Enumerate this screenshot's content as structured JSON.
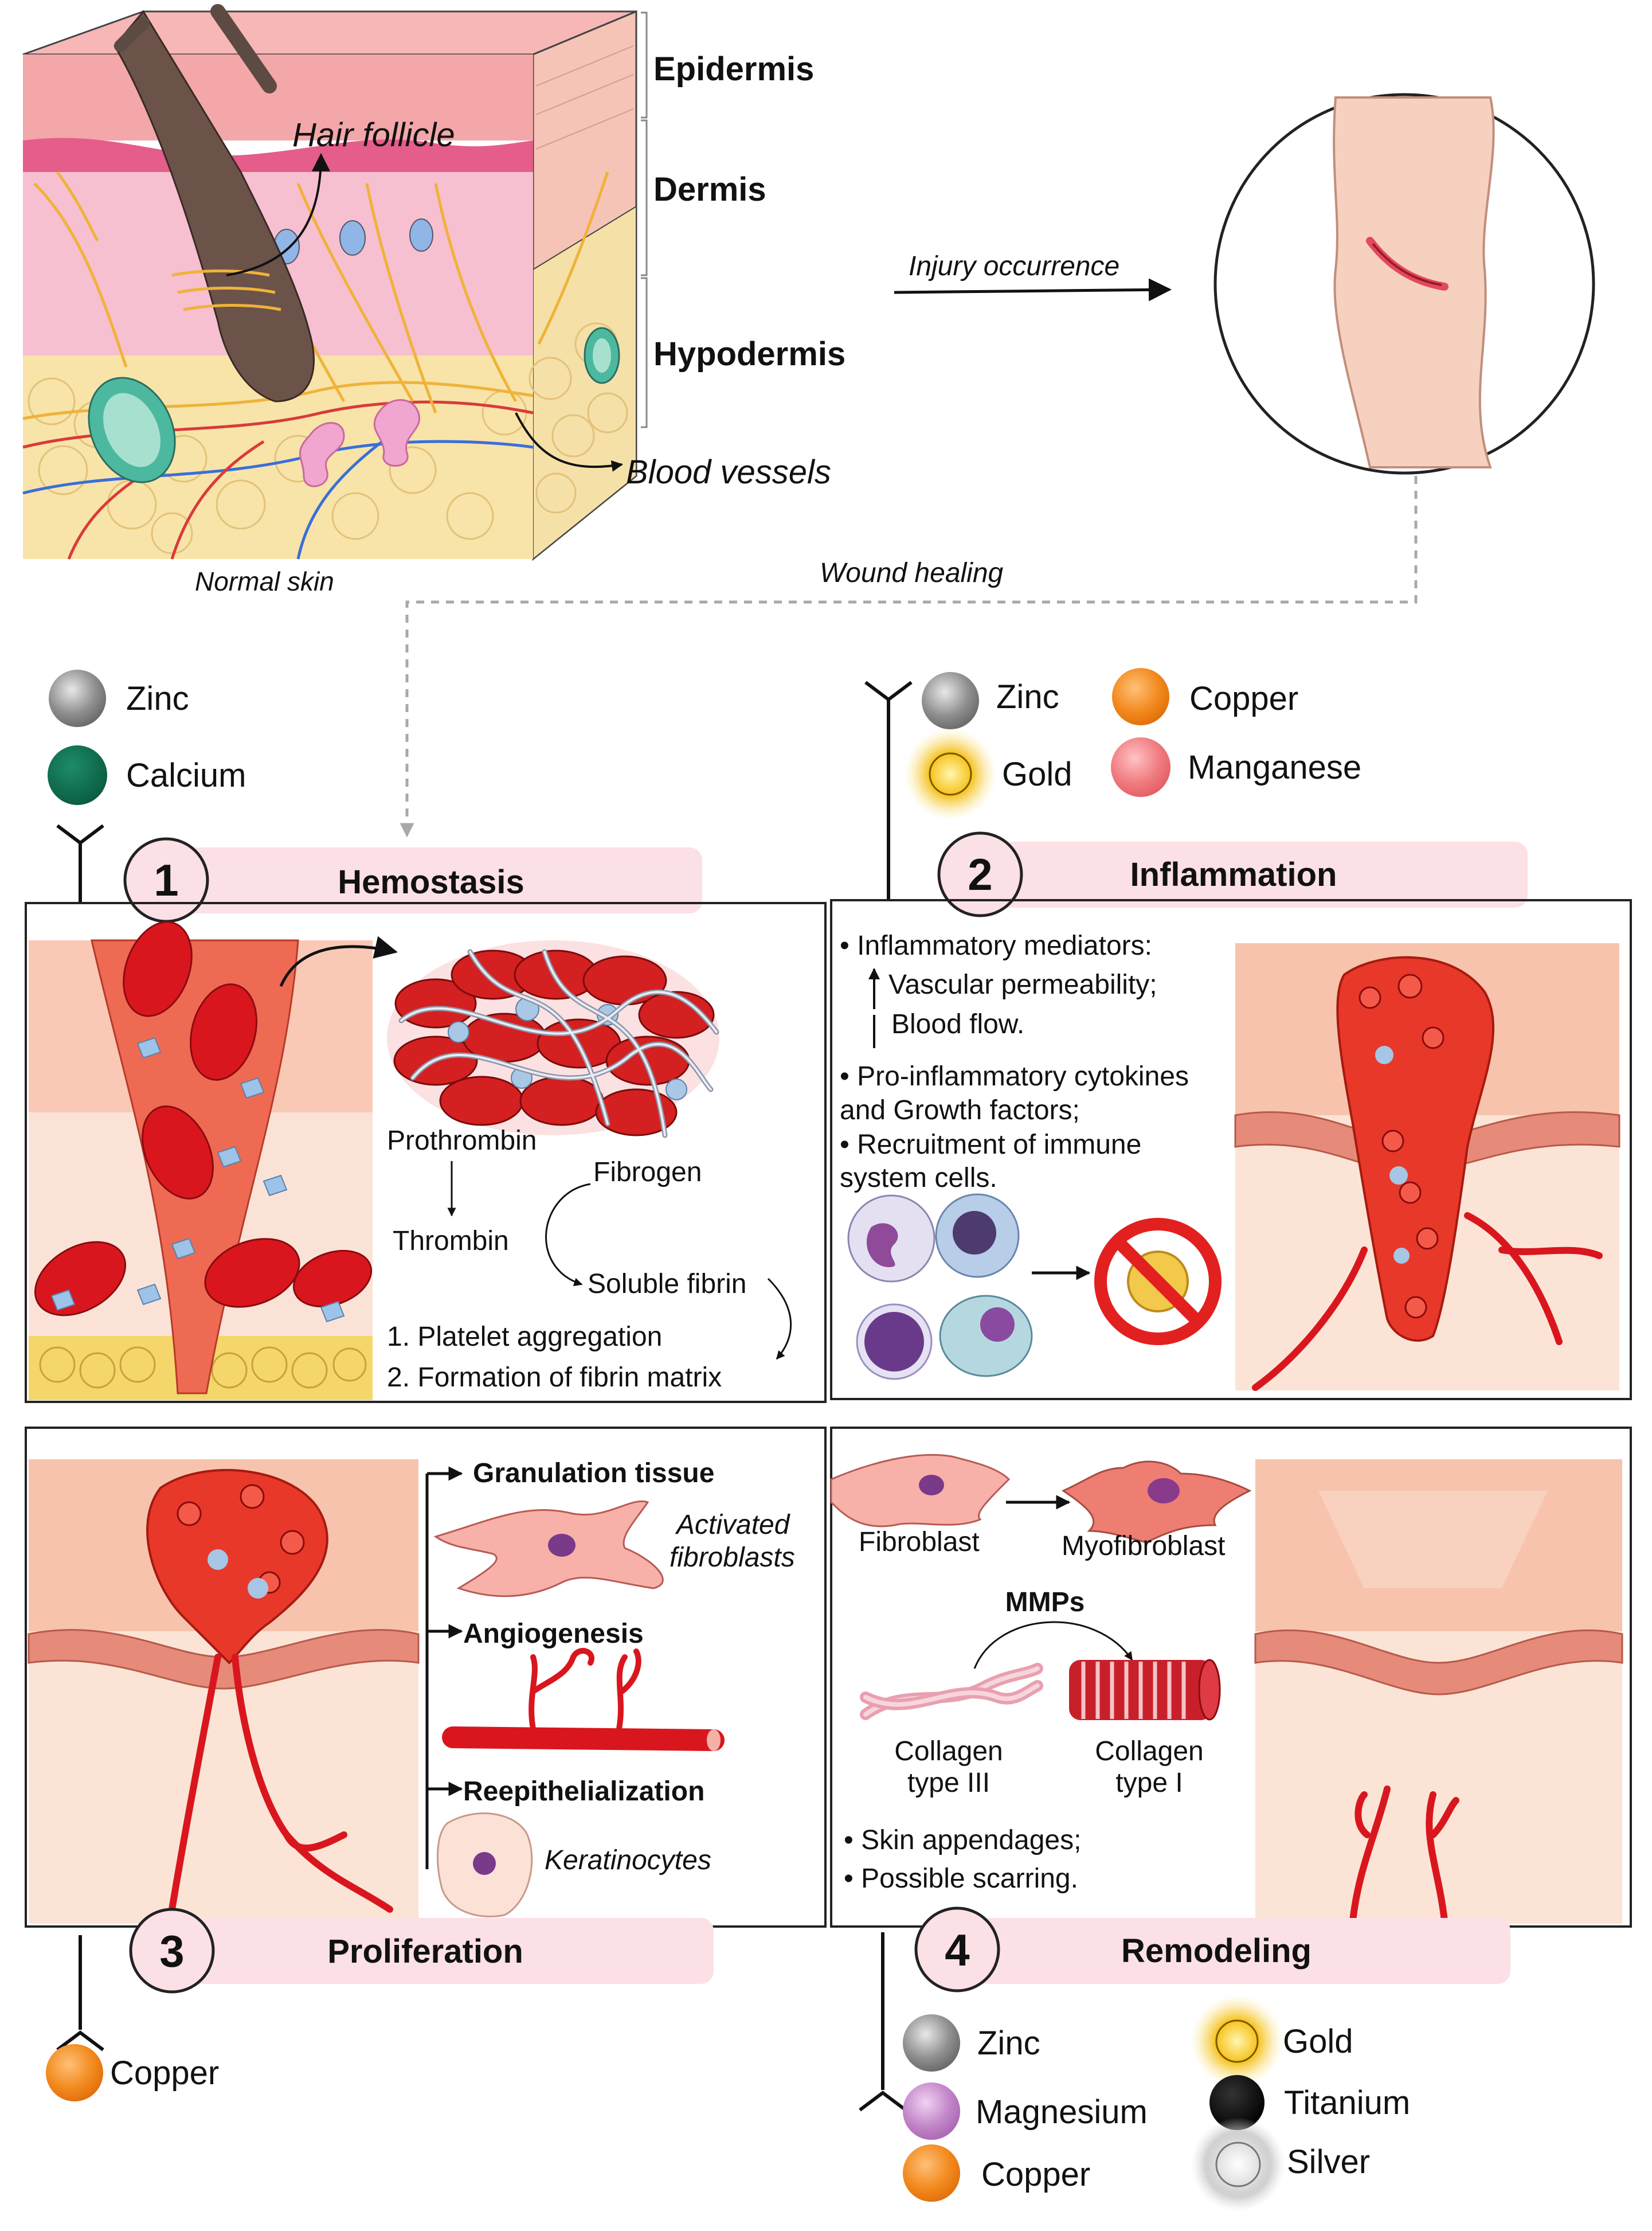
{
  "top": {
    "layer_labels": [
      "Epidermis",
      "Dermis",
      "Hypodermis"
    ],
    "hair_follicle_label": "Hair follicle",
    "blood_vessels_label": "Blood vessels",
    "normal_skin_label": "Normal skin",
    "injury_label": "Injury occurrence",
    "wound_healing_label": "Wound healing"
  },
  "elements_hemostasis": [
    {
      "label": "Zinc",
      "color": "#8a8a8a"
    },
    {
      "label": "Calcium",
      "color": "#0e6b4f"
    }
  ],
  "elements_inflammation": [
    {
      "label": "Zinc",
      "color": "#8a8a8a"
    },
    {
      "label": "Copper",
      "color": "#f28a1e"
    },
    {
      "label": "Gold",
      "color": "#f2c418"
    },
    {
      "label": "Manganese",
      "color": "#f07c80"
    }
  ],
  "elements_proliferation": [
    {
      "label": "Copper",
      "color": "#f28a1e"
    }
  ],
  "elements_remodeling": [
    {
      "label": "Zinc",
      "color": "#8a8a8a"
    },
    {
      "label": "Gold",
      "color": "#f2c418"
    },
    {
      "label": "Magnesium",
      "color": "#c286c9"
    },
    {
      "label": "Titanium",
      "color": "#000000"
    },
    {
      "label": "Copper",
      "color": "#f28a1e"
    },
    {
      "label": "Silver",
      "color": "#d8d8d8"
    }
  ],
  "phases": [
    {
      "number": "1",
      "title": "Hemostasis"
    },
    {
      "number": "2",
      "title": "Inflammation"
    },
    {
      "number": "3",
      "title": "Proliferation"
    },
    {
      "number": "4",
      "title": "Remodeling"
    }
  ],
  "hemostasis": {
    "prothrombin": "Prothrombin",
    "thrombin": "Thrombin",
    "fibrogen": "Fibrogen",
    "soluble_fibrin": "Soluble fibrin",
    "steps": [
      "1. Platelet aggregation",
      "2. Formation of fibrin matrix"
    ]
  },
  "inflammation": {
    "lines": [
      "• Inflammatory mediators:",
      "Vascular permeability;",
      "Blood flow.",
      "• Pro-inflammatory cytokines",
      "and Growth factors;",
      "• Recruitment of immune",
      "system cells."
    ]
  },
  "proliferation": {
    "granulation": "Granulation tissue",
    "activated_1": "Activated",
    "activated_2": "fibroblasts",
    "angiogenesis": "Angiogenesis",
    "reepithelialization": "Reepithelialization",
    "keratinocytes": "Keratinocytes"
  },
  "remodeling": {
    "fibroblast": "Fibroblast",
    "myofibroblast": "Myofibroblast",
    "mmps": "MMPs",
    "collagen_iii_1": "Collagen",
    "collagen_iii_2": "type III",
    "collagen_i_1": "Collagen",
    "collagen_i_2": "type  I",
    "bullets": [
      "• Skin appendages;",
      "• Possible scarring."
    ]
  }
}
